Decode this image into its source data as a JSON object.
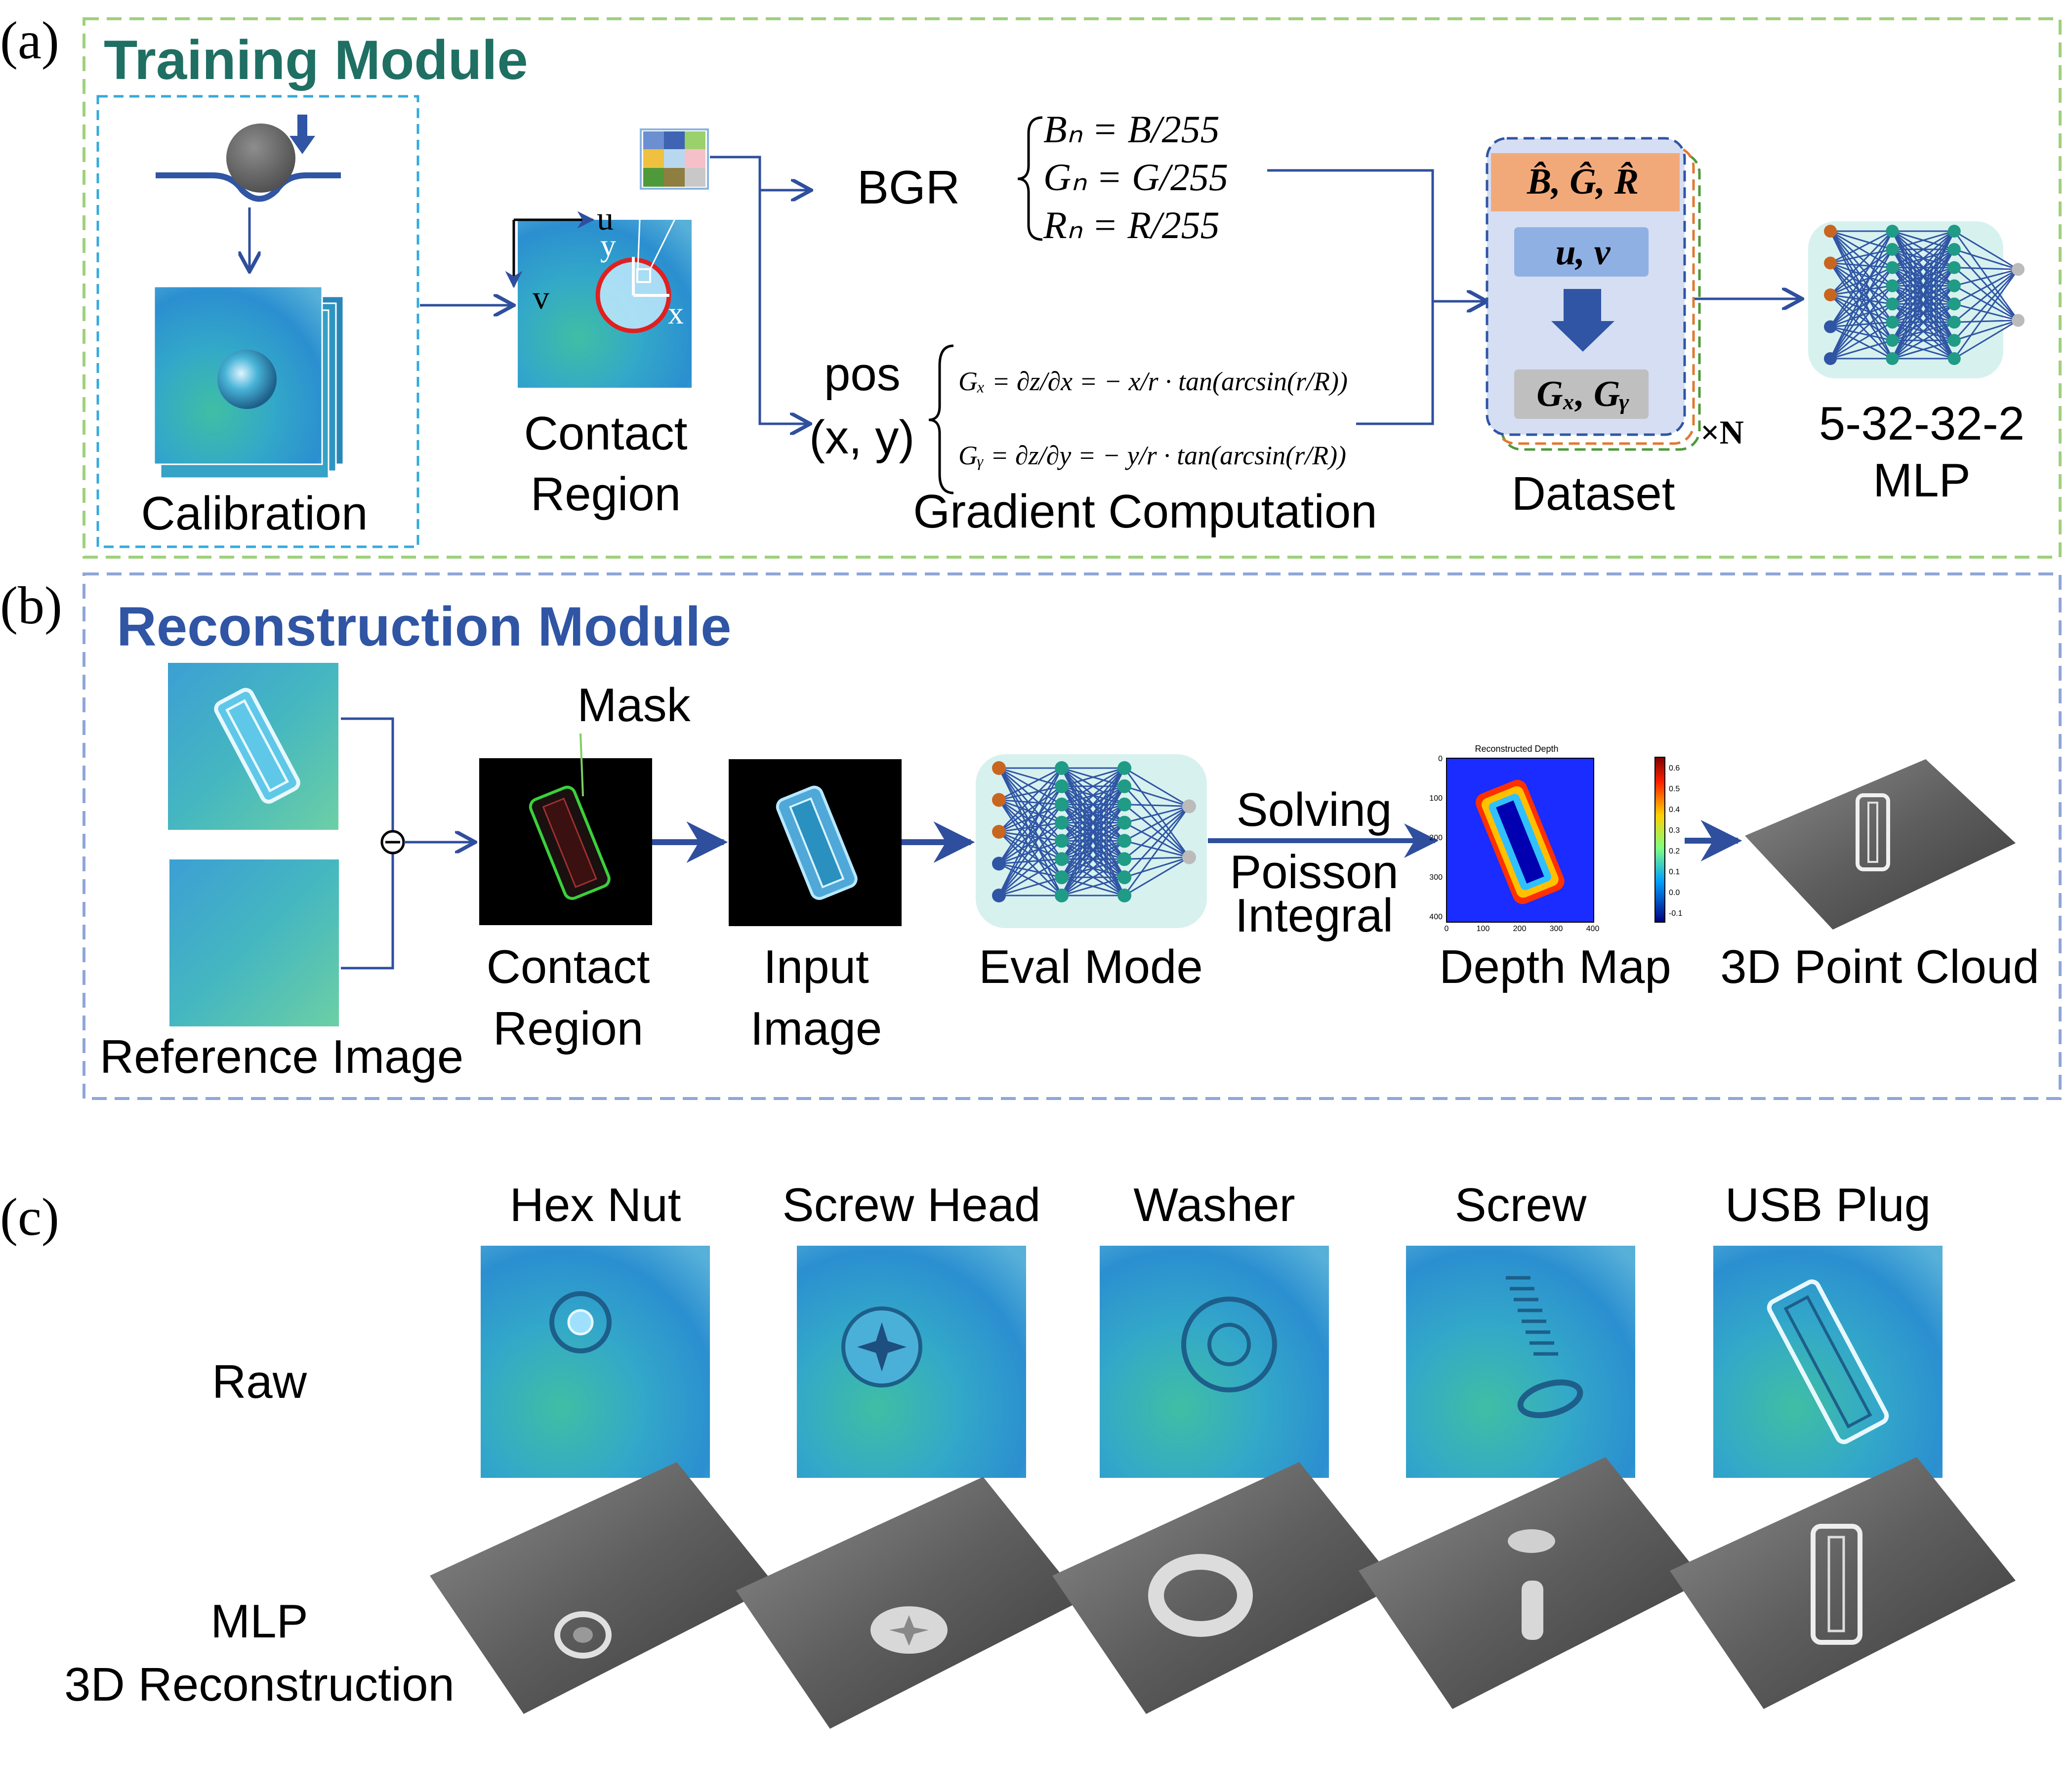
{
  "colors": {
    "training_border": "#9fd07d",
    "training_title": "#1f6f63",
    "reconstruction_border": "#8fa6d8",
    "reconstruction_title": "#2f55a4",
    "arrow": "#2f4f9e",
    "calib_border": "#33aadd",
    "dataset_bg": "#d5def3",
    "dataset_top": "#f2a97a",
    "dataset_mid": "#8fb0e3",
    "dataset_bottom": "#bfbfbf",
    "mlp_bg": "#d7f1ef",
    "node_orange": "#c8661f",
    "node_blue": "#2f55a4",
    "node_teal": "#1f9b86",
    "node_gray": "#bbbbbb"
  },
  "panel_a": {
    "letter": "(a)",
    "title": "Training Module",
    "calibration": "Calibration",
    "contact_region": [
      "Contact",
      "Region"
    ],
    "axis_u": "u",
    "axis_v": "v",
    "axis_x": "x",
    "axis_y": "y",
    "bgr": "BGR",
    "norm_eqs": [
      "Bₙ = B/255",
      "Gₙ = G/255",
      "Rₙ = R/255"
    ],
    "pos": "pos",
    "xy": "(x, y)",
    "grad_eqs": [
      "Gₓ = ∂z/∂x = − x/r · tan(arcsin(r/R))",
      "Gᵧ = ∂z/∂y = − y/r · tan(arcsin(r/R))"
    ],
    "gradient_label": "Gradient Computation",
    "dataset_rows": [
      "B̂, Ĝ, R̂",
      "u, v",
      "Gₓ, Gᵧ"
    ],
    "times_n": "×N",
    "dataset_label": "Dataset",
    "mlp_arch": "5-32-32-2",
    "mlp_label": "MLP"
  },
  "panel_b": {
    "letter": "(b)",
    "title": "Reconstruction Module",
    "mask": "Mask",
    "reference": "Reference Image",
    "minus": "⊖",
    "contact_region": [
      "Contact",
      "Region"
    ],
    "input_image": [
      "Input",
      "Image"
    ],
    "eval_mode": "Eval Mode",
    "solving": [
      "Solving",
      "Poisson",
      "Integral"
    ],
    "depth_map": "Depth Map",
    "depth_title": "Reconstructed Depth",
    "depth_xticks": [
      "0",
      "100",
      "200",
      "300",
      "400"
    ],
    "depth_yticks": [
      "0",
      "100",
      "200",
      "300",
      "400"
    ],
    "depth_cbar": [
      "0.6",
      "0.5",
      "0.4",
      "0.3",
      "0.2",
      "0.1",
      "0.0",
      "-0.1"
    ],
    "point_cloud": "3D Point Cloud"
  },
  "panel_c": {
    "letter": "(c)",
    "columns": [
      "Hex Nut",
      "Screw Head",
      "Washer",
      "Screw",
      "USB Plug"
    ],
    "row_raw": "Raw",
    "row_mlp": [
      "MLP",
      "3D Reconstruction"
    ]
  }
}
